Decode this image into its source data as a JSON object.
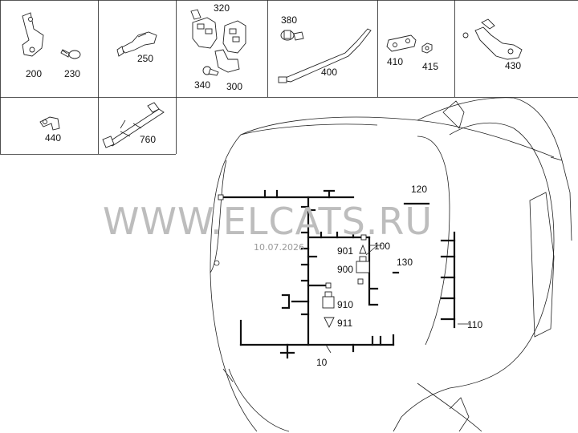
{
  "parts": [
    {
      "num": "200"
    },
    {
      "num": "230"
    },
    {
      "num": "250"
    },
    {
      "num": "320"
    },
    {
      "num": "340"
    },
    {
      "num": "300"
    },
    {
      "num": "380"
    },
    {
      "num": "400"
    },
    {
      "num": "410"
    },
    {
      "num": "415"
    },
    {
      "num": "430"
    },
    {
      "num": "440"
    },
    {
      "num": "760"
    }
  ],
  "callouts": [
    {
      "num": "120"
    },
    {
      "num": "100"
    },
    {
      "num": "901"
    },
    {
      "num": "900"
    },
    {
      "num": "130"
    },
    {
      "num": "910"
    },
    {
      "num": "911"
    },
    {
      "num": "110"
    },
    {
      "num": "10"
    }
  ],
  "watermark": {
    "text": "WWW.ELCATS.RU",
    "date": "10.07.2026"
  }
}
